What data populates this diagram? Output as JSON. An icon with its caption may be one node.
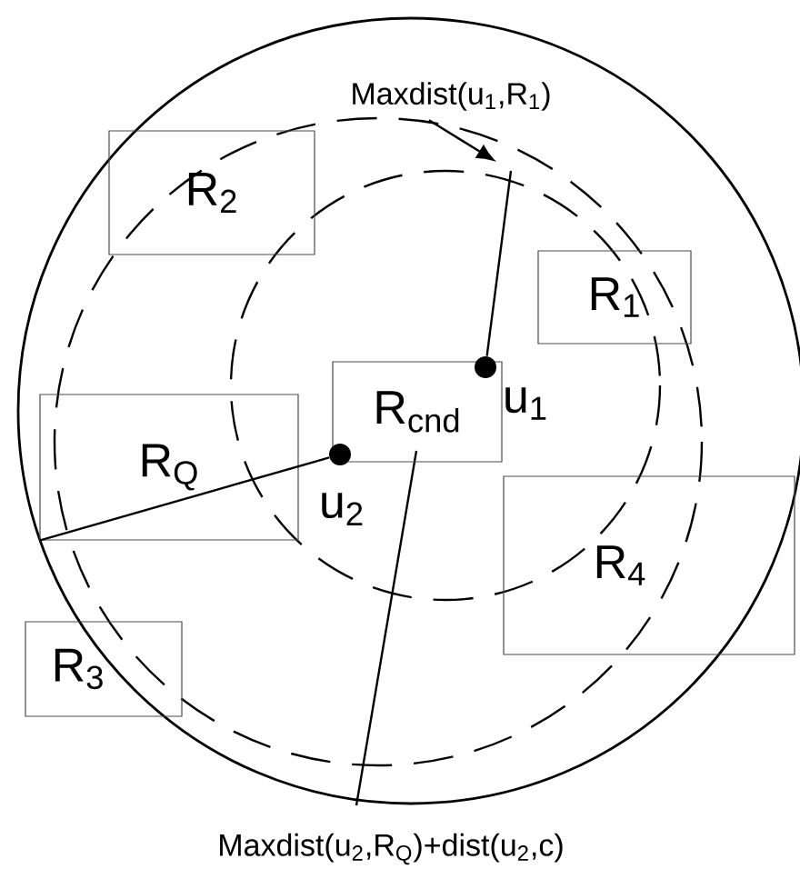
{
  "diagram": {
    "nodes": [
      {
        "text": [
          "Maxdist(u$_{1}$,R$_{1}$)"
        ]
      },
      {
        "text": [
          "R$_{2}$"
        ]
      },
      {
        "text": [
          "R$_{1}$"
        ]
      },
      {
        "text": [
          "R$_{cnd}$"
        ]
      },
      {
        "text": [],
        "shape": "circle",
        "beside": [
          "u$_{1}$"
        ]
      },
      {
        "text": [
          "R$_{Q}$"
        ]
      },
      {
        "text": [],
        "shape": "circle",
        "beside": [
          "u$_{2}$"
        ]
      },
      {
        "text": [
          "R$_{4}$"
        ]
      },
      {
        "text": [
          "R$_{3}$"
        ]
      }
    ],
    "edges": [
      {
        "from": 0,
        "to": null,
        "arrow": "to"
      },
      {
        "from": 4,
        "to": null,
        "arrow": "none"
      },
      {
        "from": 6,
        "to": 5,
        "arrow": "none"
      }
    ],
    "labels": [
      "Maxdist(u$_{2}$,R$_{Q}$)+dist(u$_{2}$,c)"
    ]
  }
}
